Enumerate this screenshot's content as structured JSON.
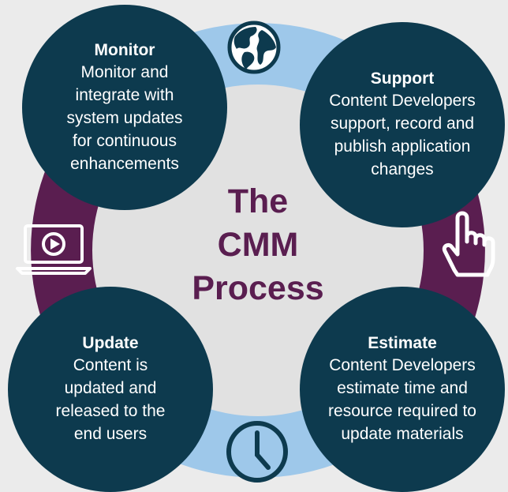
{
  "diagram": {
    "title": "The\nCMM\nProcess",
    "colors": {
      "background": "#ebebeb",
      "ring_light": "#9ec8ea",
      "ring_dark": "#5a1e50",
      "node": "#0d3a4e",
      "center_fill": "#e1e1e1",
      "title_text": "#5a1e50"
    },
    "icons": {
      "top": "globe-icon",
      "right": "pointing-hand-icon",
      "bottom": "clock-icon",
      "left": "video-laptop-icon"
    },
    "nodes": {
      "monitor": {
        "title": "Monitor",
        "text": "Monitor and\nintegrate with\nsystem updates\nfor continuous\nenhancements"
      },
      "support": {
        "title": "Support",
        "text": "Content Developers\nsupport, record and\npublish application\nchanges"
      },
      "update": {
        "title": "Update",
        "text": "Content is\nupdated and\nreleased to the\nend users"
      },
      "estimate": {
        "title": "Estimate",
        "text": "Content Developers\nestimate time and\nresource required to\nupdate materials"
      }
    }
  }
}
